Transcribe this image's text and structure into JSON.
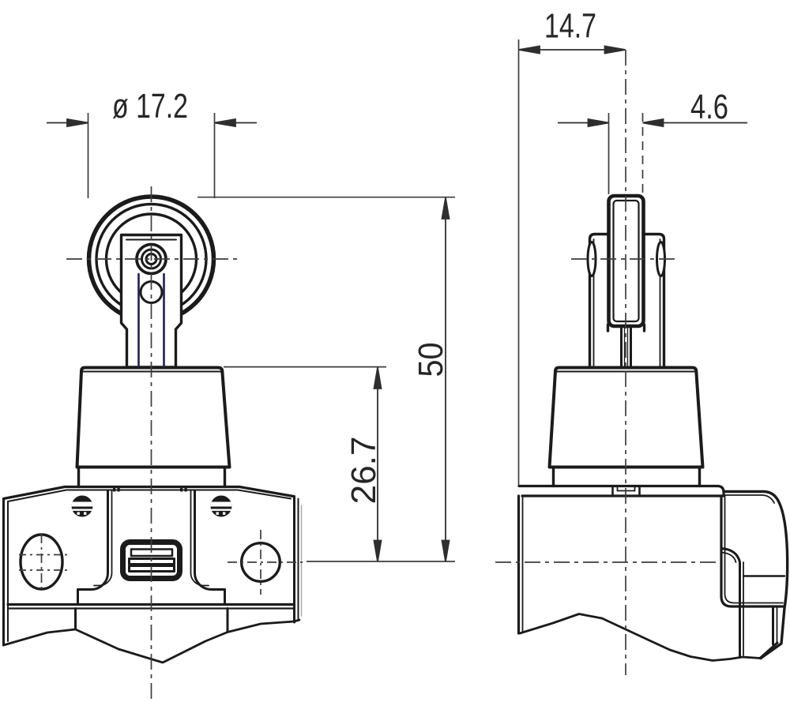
{
  "drawing": {
    "type": "technical-dimension-drawing",
    "subject": "limit-switch-roller-plunger-two-views",
    "colors": {
      "background": "#ffffff",
      "object_line": "#1b1b1b",
      "thin_line": "#3d3d3d",
      "accent_navy": "#20204e"
    },
    "dimensions": {
      "roller_diameter": {
        "label": "ø 17.2"
      },
      "overall_height": {
        "label": "50"
      },
      "cap_to_axis_height": {
        "label": "26.7"
      },
      "depth_to_center": {
        "label": "14.7"
      },
      "roller_width": {
        "label": "4.6"
      }
    }
  }
}
